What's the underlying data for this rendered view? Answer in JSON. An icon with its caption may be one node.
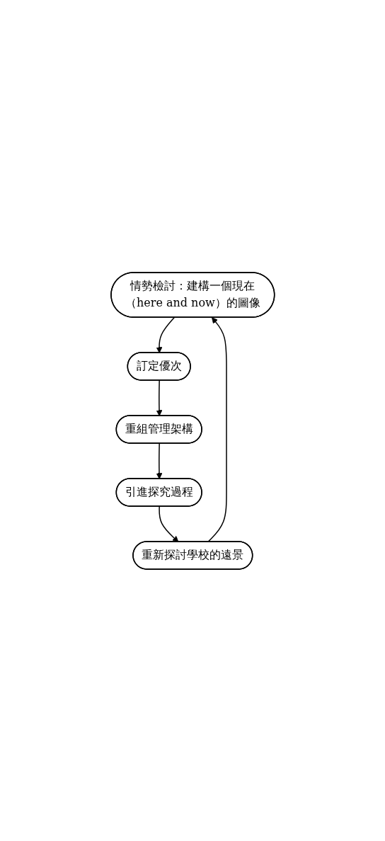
{
  "diagram": {
    "nodes": [
      {
        "text": [
          "情勢檢討：建構一個現在（here and now）的圖像"
        ]
      },
      {
        "text": [
          "訂定優次"
        ]
      },
      {
        "text": [
          "重組管理架構"
        ]
      },
      {
        "text": [
          "引進探究過程"
        ]
      },
      {
        "text": [
          "重新探討學校的遠景"
        ]
      }
    ],
    "edges": [
      {
        "from": 0,
        "to": 1,
        "arrow": "to"
      },
      {
        "from": 1,
        "to": 2,
        "arrow": "to"
      },
      {
        "from": 2,
        "to": 3,
        "arrow": "to"
      },
      {
        "from": 3,
        "to": 4,
        "arrow": "to"
      },
      {
        "from": 4,
        "to": 0,
        "arrow": "to"
      }
    ]
  }
}
